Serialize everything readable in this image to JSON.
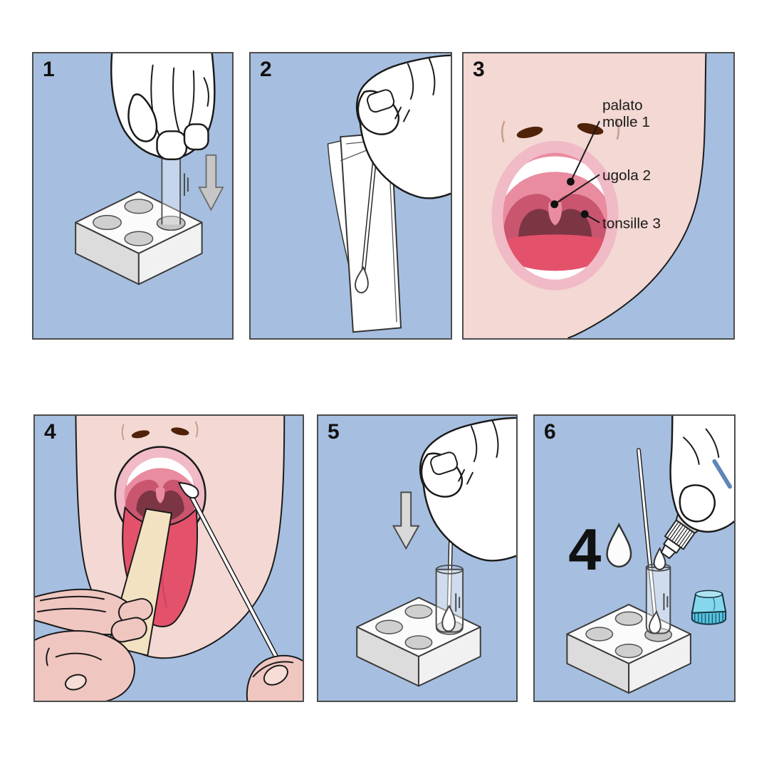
{
  "panels": [
    {
      "number": "1"
    },
    {
      "number": "2"
    },
    {
      "number": "3"
    },
    {
      "number": "4"
    },
    {
      "number": "5"
    },
    {
      "number": "6"
    }
  ],
  "panel3": {
    "labels": {
      "soft_palate_line1": "palato",
      "soft_palate_line2": "molle 1",
      "uvula": "ugola 2",
      "tonsil": "tonsille 3"
    }
  },
  "panel6": {
    "drop_count": "4"
  },
  "colors": {
    "panel_background": "#a6bfe0",
    "panel_border": "#4d4d4d",
    "skin_face": "#f3d8d3",
    "skin_hands": "#f0c6c1",
    "lips": "#f0bac6",
    "mouth_inner": "#e98ca0",
    "palatine_arch": "#c9556f",
    "throat": "#7c3543",
    "tongue": "#e4516b",
    "tongue_depressor": "#f3e2c2",
    "arrow_gray": "#d9d9d9",
    "glove_white": "#ffffff",
    "cap_blue": "#86d7ec",
    "nostril_brown": "#4f2209"
  }
}
